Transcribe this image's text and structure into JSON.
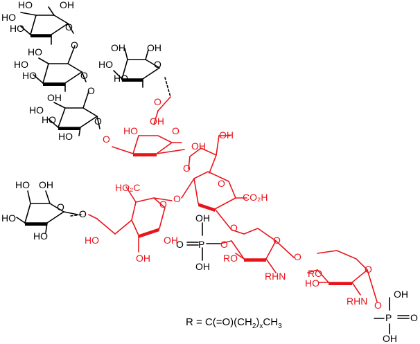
{
  "colors": {
    "black": "#000000",
    "red": "#e8141b",
    "background": "#ffffff"
  },
  "labels": {
    "r1_a": "HO",
    "r1_b": "OH",
    "r1_c": "HO",
    "r1_d": "HO",
    "r1_e": "O",
    "r2_a": "HO",
    "r2_b": "HO",
    "r2_c": "HO",
    "r2_d": "O",
    "r2_e": "O",
    "r3_a": "OH",
    "r3_b": "HO",
    "r3_c": "HO",
    "r3_d": "HO",
    "r3_e": "O",
    "r3_f": "O",
    "r4_a": "OH",
    "r4_b": "OH",
    "r4_c": "HO",
    "r4_d": "HO",
    "r4_e": "O",
    "hep1_o": "O",
    "hep1_ho": "HO",
    "hep1_oh": "OH",
    "hep1_o2": "O",
    "hep1_o3": "O",
    "hep1_oh2": "OH",
    "hep1_oh3": "OH",
    "hep1_o4": "O",
    "kdo1_o": "O",
    "kdo1_co2h": "CO₂H",
    "kdo1_o2": "O",
    "kdo2_hooc": "HO₂C",
    "kdo2_o": "O",
    "kdo2_ho": "HO",
    "kdo2_oh": "OH",
    "kdo2_oh2": "OH",
    "kdo2_o3": "O",
    "gal_ho1": "HO",
    "gal_oh1": "OH",
    "gal_ho2": "HO",
    "gal_ho3": "HO",
    "gal_o": "O",
    "gal_o2": "O",
    "phos1_oh1": "OH",
    "phos1_o": "O",
    "phos1_p": "P",
    "phos1_oh2": "OH",
    "phos1_o2": "O",
    "glcn1_o": "O",
    "glcn1_ro": "RO",
    "glcn1_rhn": "RHN",
    "glcn1_o2": "O",
    "glcn2_o": "O",
    "glcn2_ro": "RO",
    "glcn2_ho": "HO",
    "glcn2_rhn": "RHN",
    "phos2_o": "O",
    "phos2_oh1": "OH",
    "phos2_p": "P",
    "phos2_o2": "O",
    "phos2_oh2": "OH"
  },
  "caption": {
    "left": "R = C(=O)(CH",
    "sub1": "2",
    "mid": ")",
    "sub2": "x",
    "right": "CH",
    "sub3": "3"
  }
}
